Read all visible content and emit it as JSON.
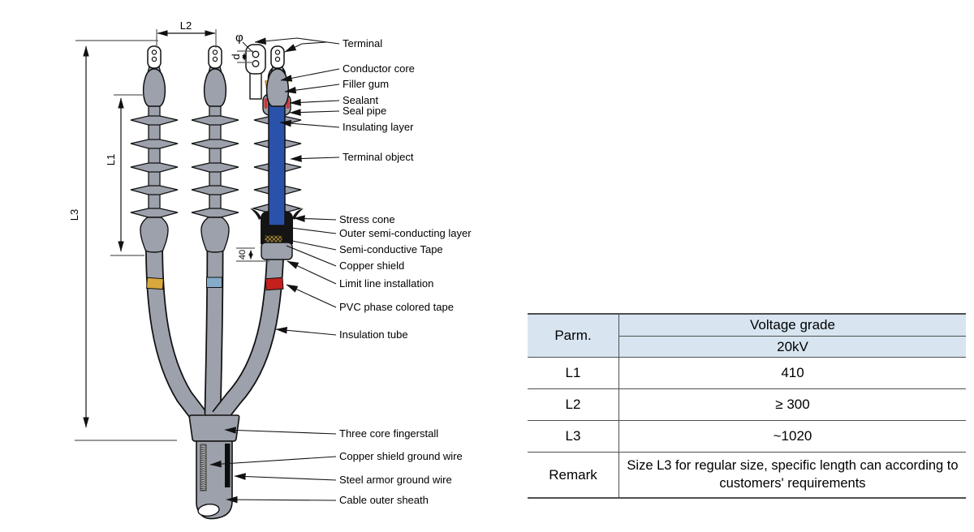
{
  "diagram": {
    "title_hint": "three-core cold-shrink cable termination cutaway drawing",
    "dimensions": {
      "l1": "L1",
      "l2": "L2",
      "l3": "L3",
      "stress_cone_length": "40",
      "hole_diameter": "φ",
      "hole_spacing": "d"
    },
    "labels": [
      {
        "id": "terminal",
        "text": "Terminal"
      },
      {
        "id": "conductor-core",
        "text": "Conductor core"
      },
      {
        "id": "filler-gum",
        "text": "Filler gum"
      },
      {
        "id": "sealant",
        "text": "Sealant"
      },
      {
        "id": "seal-pipe",
        "text": "Seal pipe"
      },
      {
        "id": "insulating-layer",
        "text": "Insulating layer"
      },
      {
        "id": "terminal-object",
        "text": "Terminal object"
      },
      {
        "id": "stress-cone",
        "text": "Stress cone"
      },
      {
        "id": "outer-semi-conducting-layer",
        "text": "Outer semi-conducting layer"
      },
      {
        "id": "semi-conductive-tape",
        "text": "Semi-conductive Tape"
      },
      {
        "id": "copper-shield",
        "text": "Copper shield"
      },
      {
        "id": "limit-line-installation",
        "text": "Limit line installation"
      },
      {
        "id": "pvc-phase-colored-tape",
        "text": "PVC phase colored tape"
      },
      {
        "id": "insulation-tube",
        "text": "Insulation tube"
      },
      {
        "id": "three-core-fingerstall",
        "text": "Three core fingerstall"
      },
      {
        "id": "copper-shield-ground-wire",
        "text": "Copper shield ground wire"
      },
      {
        "id": "steel-armor-ground-wire",
        "text": "Steel armor ground wire"
      },
      {
        "id": "cable-outer-sheath",
        "text": "Cable outer sheath"
      }
    ],
    "colors": {
      "body_gray": "#9ca1ab",
      "core_blue": "#2a52aa",
      "filler_yellow": "#ecdba2",
      "sealant_red": "#c43b3b",
      "phase_tape_yellow": "#d8a83c",
      "phase_tape_blue": "#84abc8",
      "phase_tape_red": "#c5201d",
      "stress_cone_black": "#141414"
    }
  },
  "table": {
    "param_header": "Parm.",
    "voltage_header": "Voltage grade",
    "voltage_value": "20kV",
    "rows": [
      {
        "param": "L1",
        "value": "410"
      },
      {
        "param": "L2",
        "value": "≥ 300"
      },
      {
        "param": "L3",
        "value": "~1020"
      }
    ],
    "remark_label": "Remark",
    "remark_text": "Size L3 for regular size, specific length can according to customers' requirements",
    "header_bg": "#d8e5f1"
  }
}
